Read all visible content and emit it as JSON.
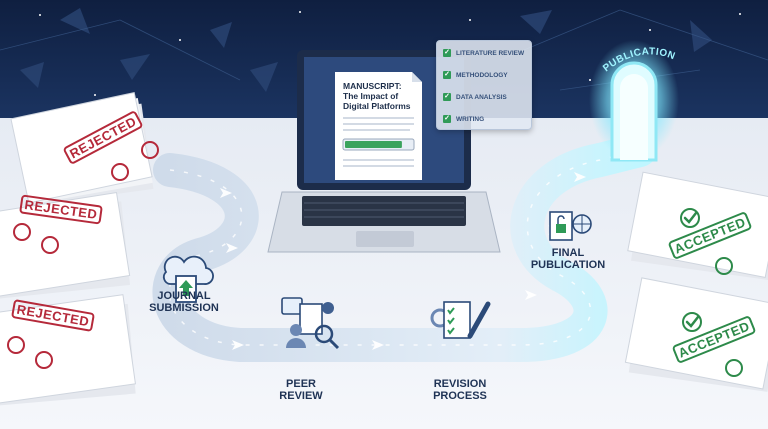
{
  "stages": {
    "journal_submission": "JOURNAL\nSUBMISSION",
    "peer_review": "PEER\nREVIEW",
    "revision_process": "REVISION\nPROCESS",
    "final_publication": "FINAL\nPUBLICATION"
  },
  "publication_sign": "PUBLICATION",
  "manuscript": {
    "title": "MANUSCRIPT:\nThe Impact of\nDigital Platforms",
    "progress": 0.85
  },
  "checklist": [
    {
      "label": "LITERATURE REVIEW",
      "checked": true
    },
    {
      "label": "METHODOLOGY",
      "checked": true
    },
    {
      "label": "DATA ANALYSIS",
      "checked": true
    },
    {
      "label": "WRITING",
      "checked": true
    }
  ],
  "stamps": {
    "rejected": "REJECTED",
    "accepted": "ACCEPTED"
  },
  "colors": {
    "sky": "#13254a",
    "path": "#dfe9f5",
    "rejected": "#b5293a",
    "accepted": "#2d8a4a",
    "glow": "#9ff3ff",
    "progress": "#3aa35d"
  }
}
